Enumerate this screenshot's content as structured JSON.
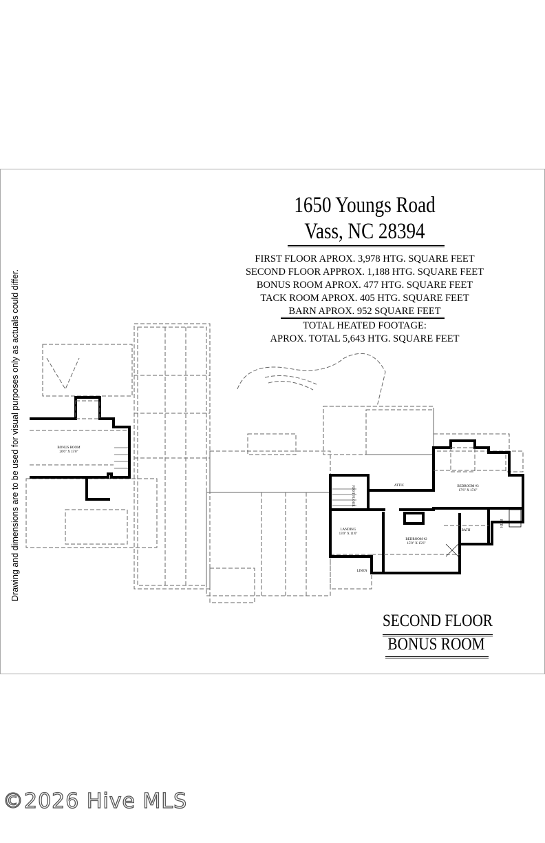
{
  "title": {
    "line1": "1650 Youngs Road",
    "line2": "Vass, NC 28394"
  },
  "square_footage": [
    "FIRST FLOOR APROX. 3,978 HTG. SQUARE FEET",
    "SECOND FLOOR APPROX. 1,188 HTG. SQUARE FEET",
    "BONUS ROOM APROX. 477 HTG. SQUARE FEET",
    "TACK ROOM APROX. 405 HTG. SQUARE FEET",
    "BARN APROX. 952 SQUARE FEET"
  ],
  "total": {
    "heading": "TOTAL HEATED FOOTAGE:",
    "value": "APROX. TOTAL 5,643 HTG. SQUARE FEET"
  },
  "disclaimer": "Drawing and dimensions are to be used for visual purposes only as actuals could differ.",
  "floor_labels": {
    "line1": "SECOND FLOOR",
    "line2": "BONUS ROOM"
  },
  "rooms": {
    "bonus": {
      "name": "BONUS ROOM",
      "dims": "20'6\" X 15'0\""
    },
    "landing": {
      "name": "LANDING",
      "dims": "13'0\" X 11'6\""
    },
    "bedroom2": {
      "name": "BEDROOM #2",
      "dims": "15'0\" X 15'6\""
    },
    "bedroom3": {
      "name": "BEDROOM #3",
      "dims": "17'6\" X 15'6\""
    },
    "bath1": "BATH",
    "bath2": "BATH",
    "attic": "ATTIC",
    "linen": "LINEN",
    "first_floor": "FIRST FLOOR"
  },
  "footer": "©2026 Hive MLS"
}
